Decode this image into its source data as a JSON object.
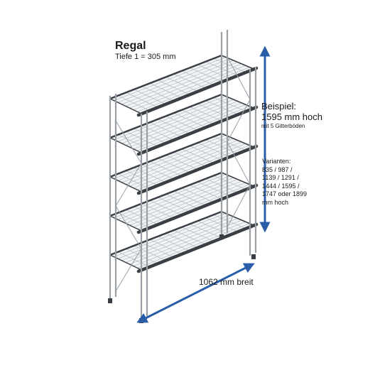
{
  "diagram": {
    "title": "Regal",
    "depth_label": "Tiefe 1 = 305 mm",
    "example_line1": "Beispiel:",
    "example_line2": "1595 mm hoch",
    "example_line3": "mit 5 Gitterböden",
    "variants_lines": [
      "Varianten:",
      "835 / 987 /",
      "1139 / 1291 /",
      "1444 / 1595 /",
      "1747 oder 1899",
      "mm hoch"
    ],
    "width_label": "1062 mm breit",
    "shelf_count": 5,
    "colors": {
      "arrow": "#2a5ea8",
      "frame": "#9a9fa6",
      "beam": "#3a3f45",
      "grid": "#b9bec4"
    }
  }
}
